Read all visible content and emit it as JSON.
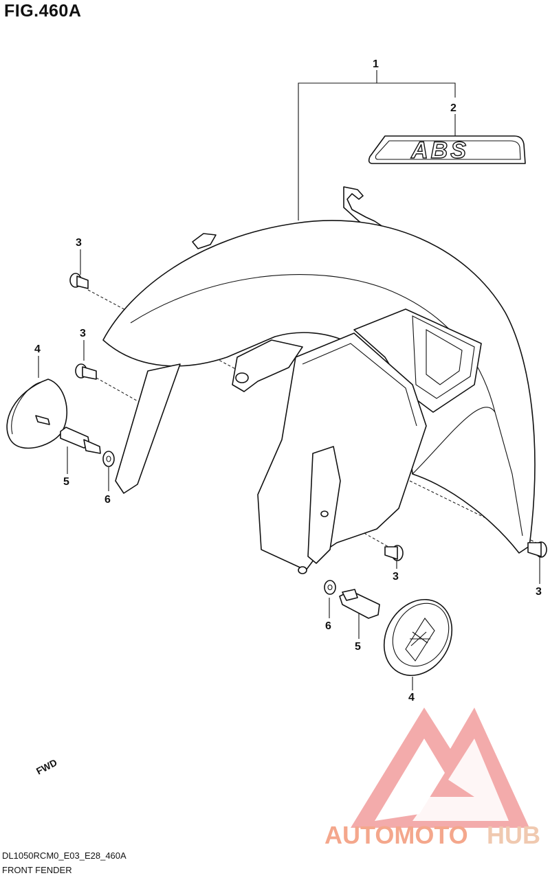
{
  "figure": {
    "title": "FIG.460A",
    "code": "DL1050RCM0_E03_E28_460A",
    "name": "FRONT FENDER"
  },
  "decal_text": "ABS",
  "direction_label": "FWD",
  "callouts": {
    "c1": "1",
    "c2": "2",
    "c3a": "3",
    "c3b": "3",
    "c3c": "3",
    "c3d": "3",
    "c4a": "4",
    "c4b": "4",
    "c5a": "5",
    "c5b": "5",
    "c6a": "6",
    "c6b": "6"
  },
  "watermark": {
    "part1": "AUTOMOTO",
    "part2": "HUB",
    "color1": "#f4a78c",
    "color2": "#f0c9b0",
    "logo_color": "#ef8f8f"
  }
}
